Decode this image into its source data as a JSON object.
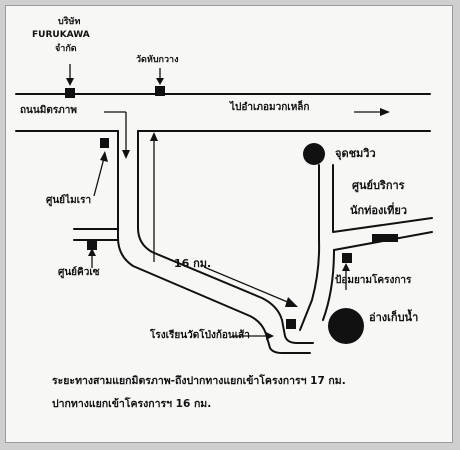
{
  "labels": {
    "furukawa_line1": "บริษัท",
    "furukawa_line2": "FURUKAWA",
    "furukawa_line3": "จำกัด",
    "temple_top": "วัดหับกวาง",
    "to_district": "ไปอำเภอมวกเหล็ก",
    "mittraphap_road": "ถนนมิตรภาพ",
    "myra_center": "ศูนย์ไมเรา",
    "khiao_center": "ศูนย์คิวเซ",
    "viewpoint": "จุดชมวิว",
    "tourist_center_1": "ศูนย์บริการ",
    "tourist_center_2": "นักท่องเที่ยว",
    "distance_16km": "16 กม.",
    "project_checkpoint": "ป้อมยามโครงการ",
    "reservoir": "อ่างเก็บน้ำ",
    "school": "โรงเรียนวัดโป่งก้อนเส้า"
  },
  "caption": {
    "line1": "ระยะทางสามแยกมิตรภาพ-ถึงปากทางแยกเข้าโครงการฯ 17 กม.",
    "line2": "ปากทางแยกเข้าโครงการฯ 16 กม."
  }
}
